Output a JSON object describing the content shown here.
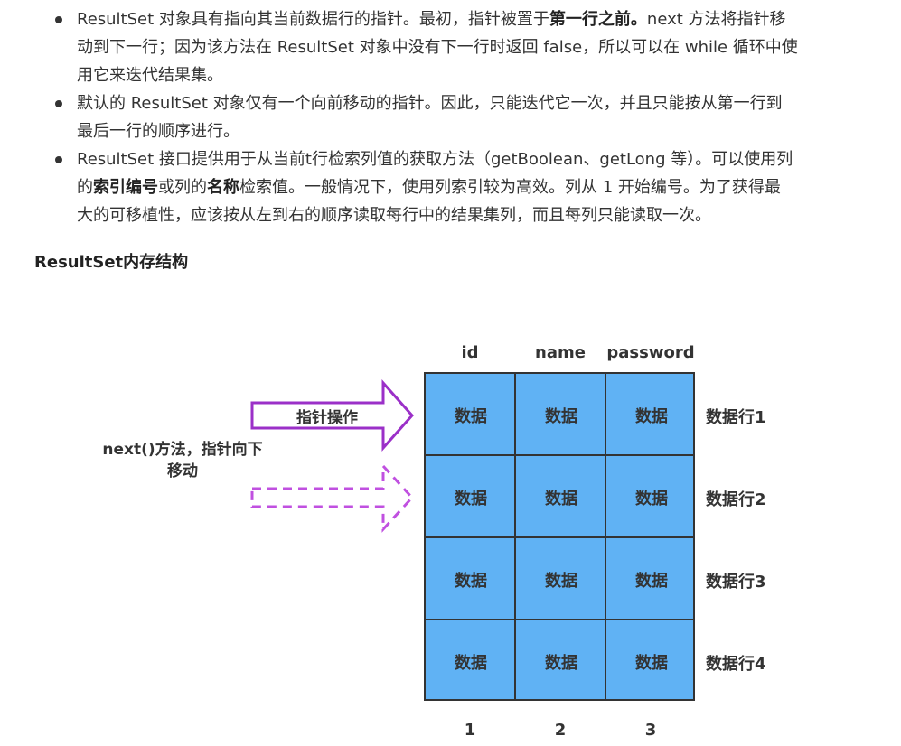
{
  "bullets": [
    {
      "line1_a": "ResultSet 对象具有指向其当前数据行的指针。最初，指针被置于",
      "line1_bold": "第一行之前。",
      "line1_b": "next 方法将指针移",
      "line2": "动到下一行；因为该方法在 ResultSet 对象中没有下一行时返回 false，所以可以在 while 循环中使",
      "line3": "用它来迭代结果集。"
    },
    {
      "line1": "默认的 ResultSet 对象仅有一个向前移动的指针。因此，只能迭代它一次，并且只能按从第一行到",
      "line2": "最后一行的顺序进行。"
    },
    {
      "line1_a": "ResultSet 接口提供用于从当前t行检索列值的获取方法（getBoolean、getLong 等）。可以使用列",
      "line2_a": "的",
      "line2_bold1": "索引编号",
      "line2_b": "或列的",
      "line2_bold2": "名称",
      "line2_c": "检索值。一般情况下，使用列索引较为高效。列从 1 开始编号。为了获得最",
      "line3": "大的可移植性，应该按从左到右的顺序读取每行中的结果集列，而且每列只能读取一次。"
    }
  ],
  "heading": "ResultSet内存结构",
  "diagram": {
    "columns": [
      "id",
      "name",
      "password"
    ],
    "column_numbers": [
      "1",
      "2",
      "3"
    ],
    "cell_text": "数据",
    "rows": [
      "数据行1",
      "数据行2",
      "数据行3",
      "数据行4"
    ],
    "operation_label": "指针操作",
    "next_label_line1": "next()方法，指针向下",
    "next_label_line2": "移动",
    "cell_color": "#60b2f4",
    "arrow_color": "#9b30c8"
  }
}
